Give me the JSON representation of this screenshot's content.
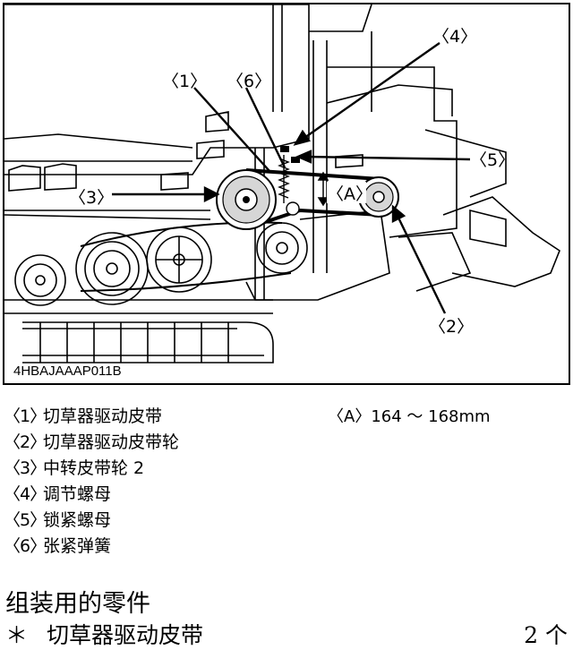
{
  "figure": {
    "code": "4HBAJAAAP011B",
    "callouts": {
      "c1": "〈1〉",
      "c2": "〈2〉",
      "c3": "〈3〉",
      "c4": "〈4〉",
      "c5": "〈5〉",
      "c6": "〈6〉",
      "cA": "〈A〉"
    }
  },
  "legend": [
    {
      "num": "〈1〉",
      "label": "切草器驱动皮带"
    },
    {
      "num": "〈2〉",
      "label": "切草器驱动皮带轮"
    },
    {
      "num": "〈3〉",
      "label": "中转皮带轮 2"
    },
    {
      "num": "〈4〉",
      "label": "调节螺母"
    },
    {
      "num": "〈5〉",
      "label": "锁紧螺母"
    },
    {
      "num": "〈6〉",
      "label": "张紧弹簧"
    }
  ],
  "dimension": "〈A〉164 ～ 168mm",
  "parts": {
    "title": "组装用的零件",
    "bullet": "＊",
    "items": [
      {
        "name": "切草器驱动皮带",
        "qty": "2 个"
      }
    ]
  }
}
